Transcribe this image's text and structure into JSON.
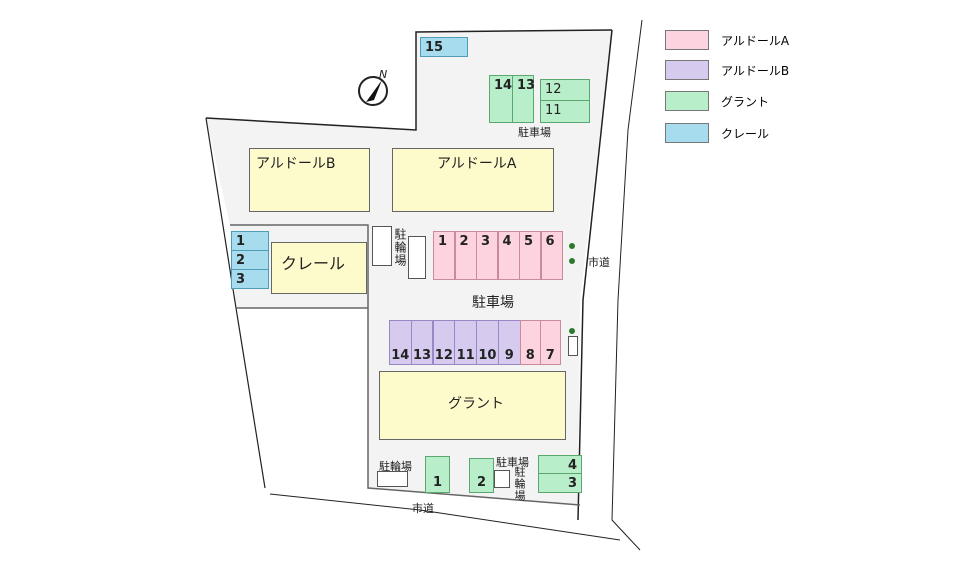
{
  "legend": [
    {
      "label": "アルドールA",
      "color": "#fcd3de"
    },
    {
      "label": "アルドールB",
      "color": "#d6cbef"
    },
    {
      "label": "グラント",
      "color": "#b8efca"
    },
    {
      "label": "クレール",
      "color": "#a6dcee"
    }
  ],
  "compass": {
    "label": "N",
    "icon": "compass-north-icon"
  },
  "buildings": {
    "aldol_b": "アルドールB",
    "aldol_a": "アルドールA",
    "clair": "クレール",
    "grant": "グラント"
  },
  "labels": {
    "parking": "駐車場",
    "bicycle": "駐輪場",
    "city_road": "市道"
  },
  "spaces": {
    "clair": [
      "15",
      "1",
      "2",
      "3"
    ],
    "grant_top": [
      "14",
      "13",
      "12",
      "11"
    ],
    "aldol_a_top": [
      "1",
      "2",
      "3",
      "4",
      "5",
      "6"
    ],
    "aldol_b": [
      "14",
      "13",
      "12",
      "11",
      "10",
      "9"
    ],
    "aldol_a_bottom": [
      "8",
      "7"
    ],
    "grant_bottom": [
      "1",
      "2",
      "4",
      "3"
    ]
  }
}
